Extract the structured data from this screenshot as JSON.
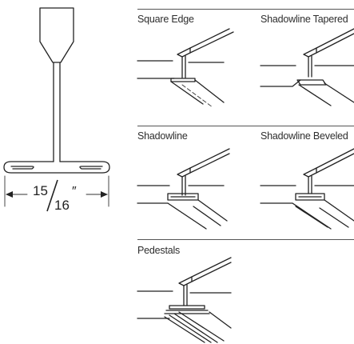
{
  "profile": {
    "dimension_numerator": "15",
    "dimension_denominator": "16",
    "dimension_unit": "″"
  },
  "edges": [
    {
      "label": "Square Edge"
    },
    {
      "label": "Shadowline Tapered"
    },
    {
      "label": "Shadowline"
    },
    {
      "label": "Shadowline Beveled"
    },
    {
      "label": "Pedestals"
    }
  ]
}
